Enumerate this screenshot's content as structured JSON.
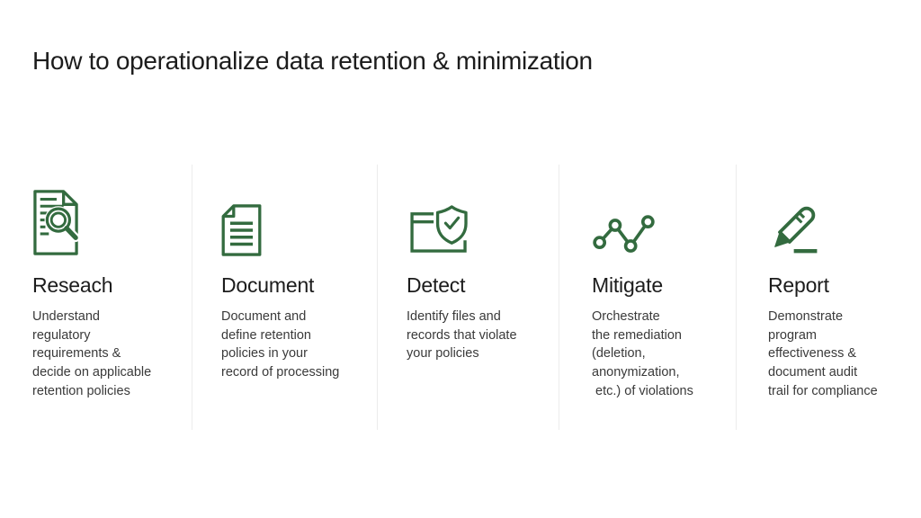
{
  "title": "How to operationalize data retention & minimization",
  "theme": {
    "accent_green": "#336b3f",
    "heading_color": "#1c1c1c",
    "body_color": "#3a3a3a",
    "divider_color": "#ececec",
    "background": "#ffffff"
  },
  "steps": [
    {
      "icon": "research-document-magnifier-icon",
      "heading": "Reseach",
      "description": "Understand\nregulatory\nrequirements &\ndecide on applicable\nretention policies"
    },
    {
      "icon": "document-lines-icon",
      "heading": "Document",
      "description": "Document and\ndefine retention\npolicies in your\nrecord of processing"
    },
    {
      "icon": "folder-shield-check-icon",
      "heading": "Detect",
      "description": "Identify files and\nrecords that violate\nyour policies"
    },
    {
      "icon": "zigzag-chart-nodes-icon",
      "heading": "Mitigate",
      "description": "Orchestrate\nthe remediation\n(deletion,\nanonymization,\n etc.) of violations"
    },
    {
      "icon": "pencil-underline-icon",
      "heading": "Report",
      "description": "Demonstrate\nprogram\neffectiveness &\ndocument audit\ntrail for compliance"
    }
  ]
}
